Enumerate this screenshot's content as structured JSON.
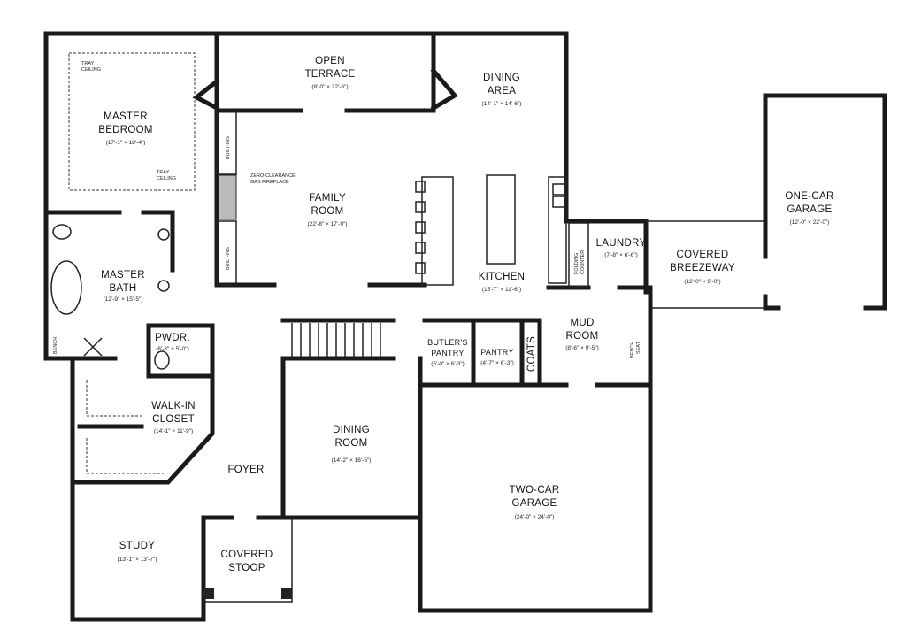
{
  "rooms": {
    "master_bedroom": {
      "name": [
        "MASTER",
        "BEDROOM"
      ],
      "size": "(17'-1\" × 18'-4\")"
    },
    "open_terrace": {
      "name": [
        "OPEN",
        "TERRACE"
      ],
      "size": "(8'-0\" × 22'-6\")"
    },
    "dining_area": {
      "name": [
        "DINING",
        "AREA"
      ],
      "size": "(14'-1\" × 14'-6\")"
    },
    "family_room": {
      "name": [
        "FAMILY",
        "ROOM"
      ],
      "size": "(22'-8\" × 17'-9\")"
    },
    "kitchen": {
      "name": [
        "KITCHEN"
      ],
      "size": "(15'-7\" × 11'-6\")"
    },
    "laundry": {
      "name": [
        "LAUNDRY"
      ],
      "size": "(7'-8\" × 6'-6\")"
    },
    "covered_breezeway": {
      "name": [
        "COVERED",
        "BREEZEWAY"
      ],
      "size": "(12'-0\" × 9'-0\")"
    },
    "one_car_garage": {
      "name": [
        "ONE-CAR",
        "GARAGE"
      ],
      "size": "(12'-0\" × 22'-0\")"
    },
    "master_bath": {
      "name": [
        "MASTER",
        "BATH"
      ],
      "size": "(12'-9\" × 15'-5\")"
    },
    "powder": {
      "name": [
        "PWDR."
      ],
      "size": "(6'-3\" × 5'-0\")"
    },
    "butlers_pantry": {
      "name": [
        "BUTLER'S",
        "PANTRY"
      ],
      "size": "(5'-0\" × 6'-3\")"
    },
    "pantry": {
      "name": [
        "PANTRY"
      ],
      "size": "(4'-7\" × 6'-3\")"
    },
    "coats": {
      "name": [
        "COATS"
      ]
    },
    "mud_room": {
      "name": [
        "MUD",
        "ROOM"
      ],
      "size": "(8'-6\" × 9'-5\")"
    },
    "walk_in_closet": {
      "name": [
        "WALK-IN",
        "CLOSET"
      ],
      "size": "(14'-1\" × 11'-9\")"
    },
    "foyer": {
      "name": [
        "FOYER"
      ]
    },
    "dining_room": {
      "name": [
        "DINING",
        "ROOM"
      ],
      "size": "(14'-2\" × 16'-5\")"
    },
    "two_car_garage": {
      "name": [
        "TWO-CAR",
        "GARAGE"
      ],
      "size": "(24'-0\" × 24'-0\")"
    },
    "study": {
      "name": [
        "STUDY"
      ],
      "size": "(13'-1\" × 13'-7\")"
    },
    "covered_stoop": {
      "name": [
        "COVERED",
        "STOOP"
      ]
    }
  },
  "notes": {
    "tray_ceiling_1": [
      "TRAY",
      "CEILING"
    ],
    "tray_ceiling_2": [
      "TRAY",
      "CEILING"
    ],
    "fireplace": [
      "ZERO-CLEARANCE",
      "GAS FIREPLACE"
    ],
    "built_ins_1": "BUILT-INS",
    "built_ins_2": "BUILT-INS",
    "folding_counter": [
      "FOLDING",
      "COUNTER"
    ],
    "bench_seat": [
      "BENCH",
      "SEAT"
    ],
    "bench": "BENCH"
  }
}
